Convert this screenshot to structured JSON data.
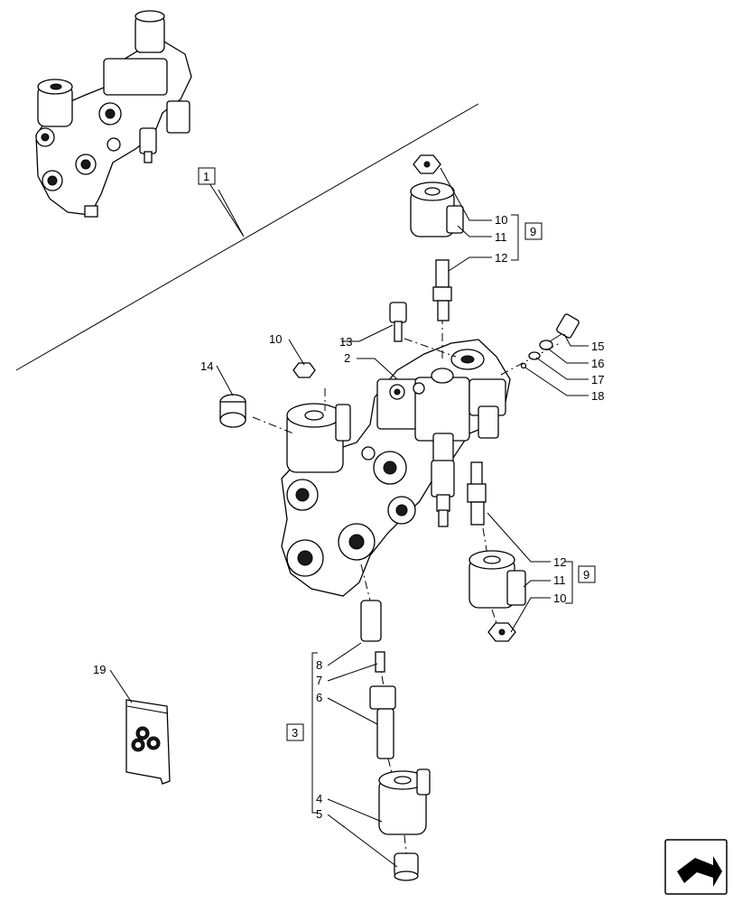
{
  "callouts": {
    "c1": "1",
    "c2": "2",
    "c3": "3",
    "c4": "4",
    "c5": "5",
    "c6": "6",
    "c7": "7",
    "c8": "8",
    "c9a": "9",
    "c9b": "9",
    "c10a": "10",
    "c10b": "10",
    "c10c": "10",
    "c11a": "11",
    "c11b": "11",
    "c12a": "12",
    "c12b": "12",
    "c13": "13",
    "c14": "14",
    "c15": "15",
    "c16": "16",
    "c17": "17",
    "c18": "18",
    "c19": "19"
  },
  "icons": {
    "nav": "next-page-arrow-icon"
  }
}
